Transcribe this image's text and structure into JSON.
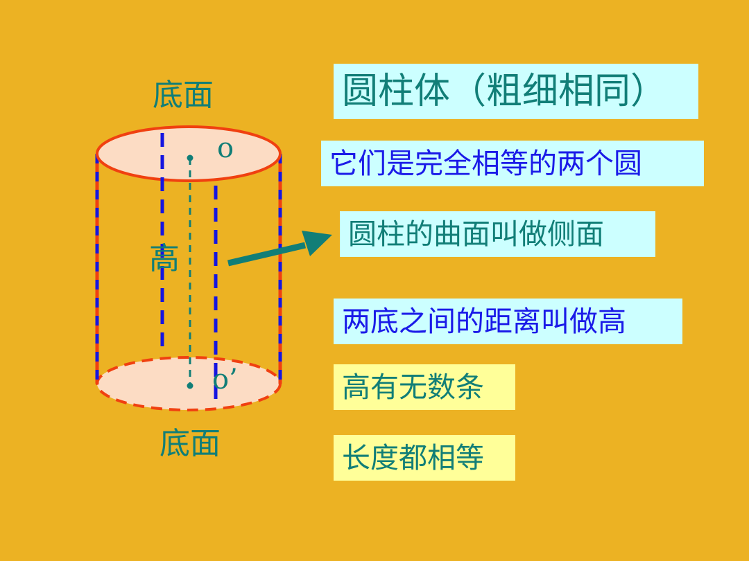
{
  "diagram": {
    "label_top_base": "底面",
    "label_bottom_base": "底面",
    "label_height": "高",
    "label_center_top": "o",
    "label_center_bottom": "o’"
  },
  "facts": {
    "title": "圆柱体（粗细相同）",
    "bases": "它们是完全相等的两个圆",
    "lateral": "圆柱的曲面叫做侧面",
    "height_def": "两底之间的距离叫做高",
    "height_count": "高有无数条",
    "height_equal": "长度都相等"
  },
  "colors": {
    "background": "#ECB223",
    "base_fill": "#FCDCC4",
    "outline": "#F04010",
    "dash_blue": "#1515E0",
    "teal": "#117E77",
    "box_cyan": "#CCFFFF",
    "box_yellow": "#FFFF99"
  }
}
